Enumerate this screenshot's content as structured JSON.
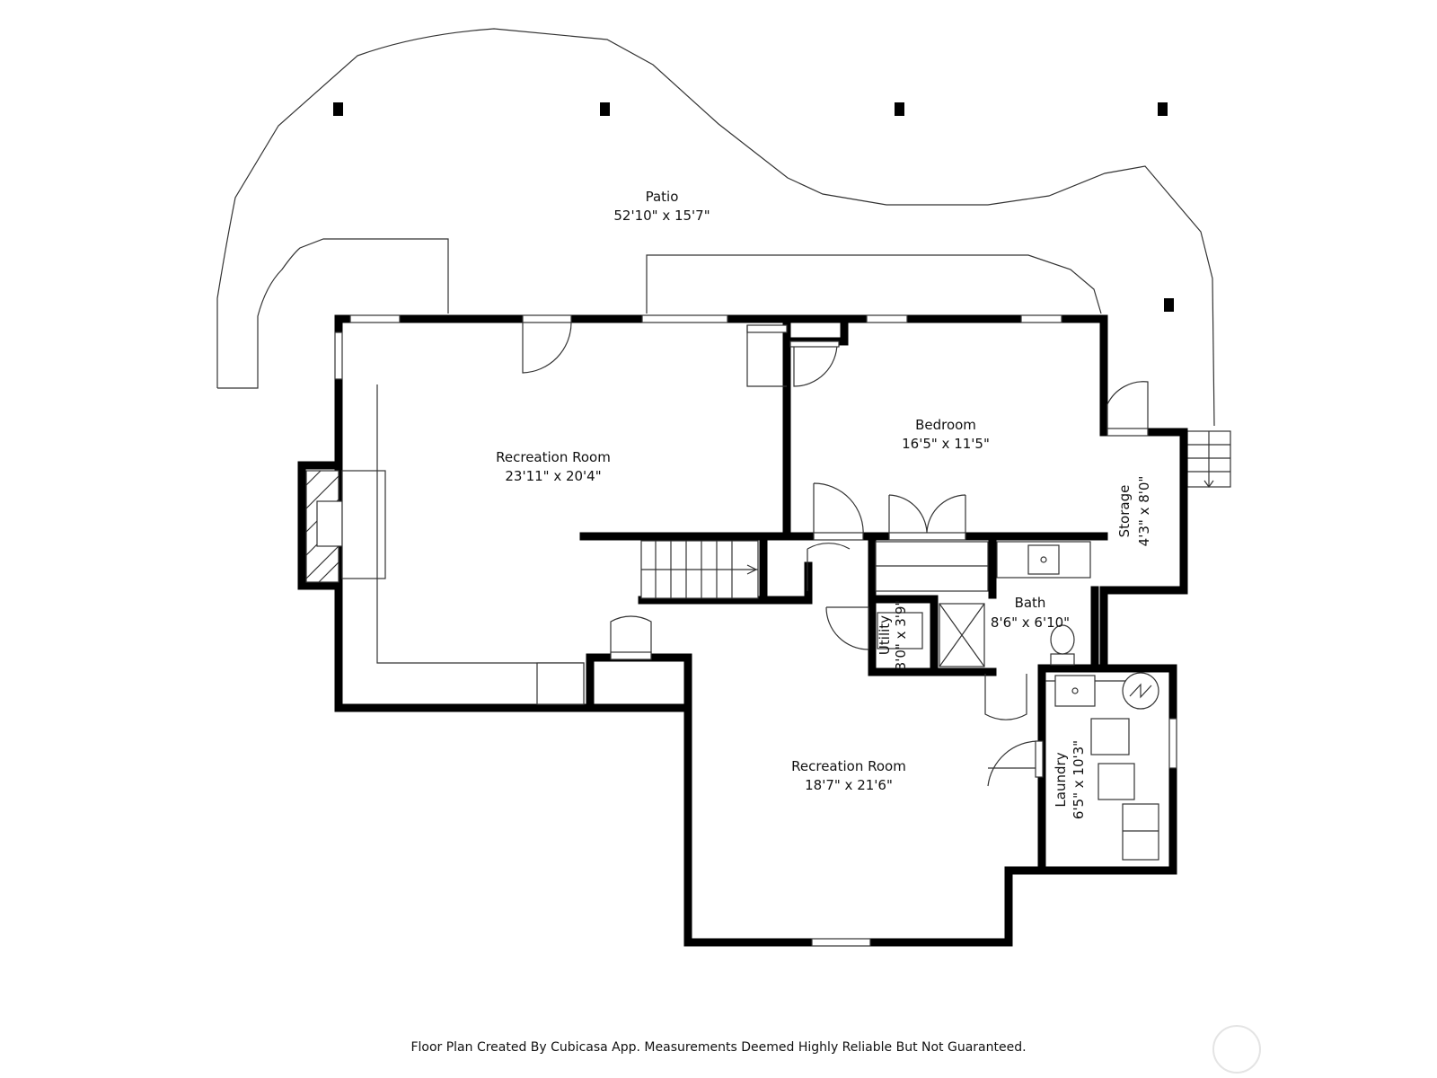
{
  "rooms": {
    "patio": {
      "name": "Patio",
      "dims": "52'10\" x 15'7\""
    },
    "recreation_room_1": {
      "name": "Recreation Room",
      "dims": "23'11\" x 20'4\""
    },
    "bedroom": {
      "name": "Bedroom",
      "dims": "16'5\" x 11'5\""
    },
    "storage": {
      "name": "Storage",
      "dims": "4'3\" x 8'0\""
    },
    "bath": {
      "name": "Bath",
      "dims": "8'6\" x 6'10\""
    },
    "utility": {
      "name": "Utility",
      "dims": "3'0\" x 3'9\""
    },
    "recreation_room_2": {
      "name": "Recreation Room",
      "dims": "18'7\" x 21'6\""
    },
    "laundry": {
      "name": "Laundry",
      "dims": "6'5\" x 10'3\""
    }
  },
  "footer": {
    "disclaimer": "Floor Plan Created By Cubicasa App. Measurements Deemed Highly Reliable But Not Guaranteed."
  }
}
